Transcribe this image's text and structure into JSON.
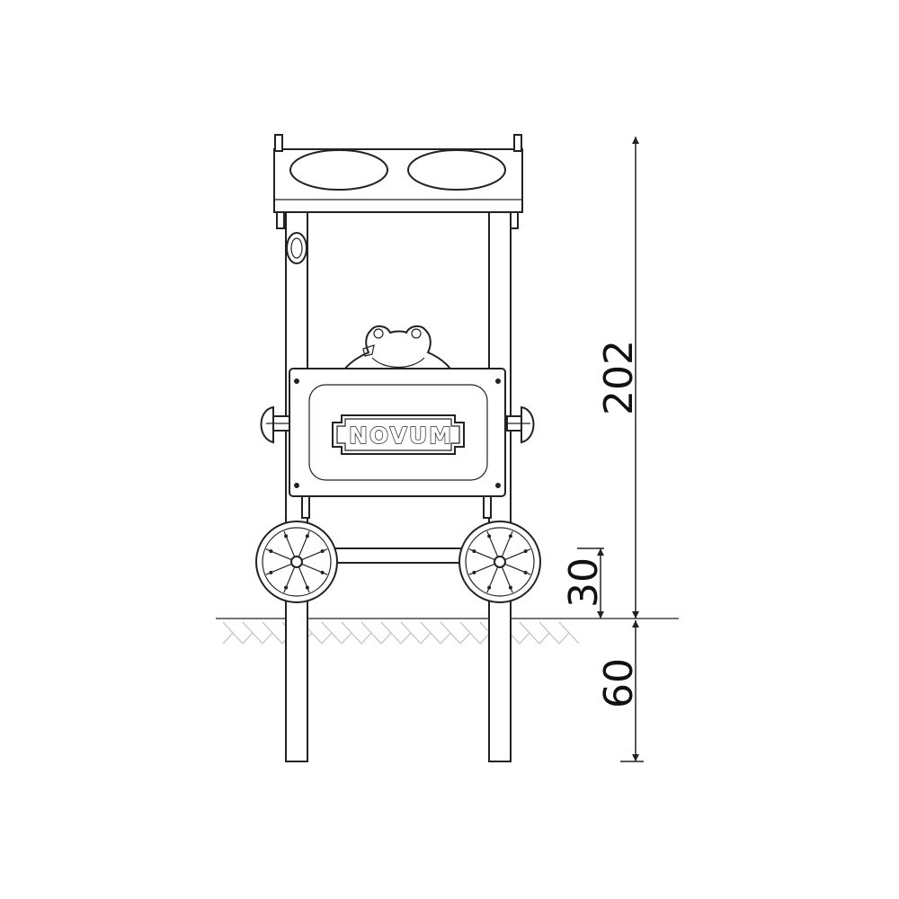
{
  "sign": {
    "brand": "NOVUM"
  },
  "dimensions": {
    "total_height": "202",
    "wheel_clearance": "30",
    "foundation_depth": "60"
  },
  "colors": {
    "line": "#222222",
    "hatch": "#bfbfbf",
    "background": "#ffffff"
  }
}
